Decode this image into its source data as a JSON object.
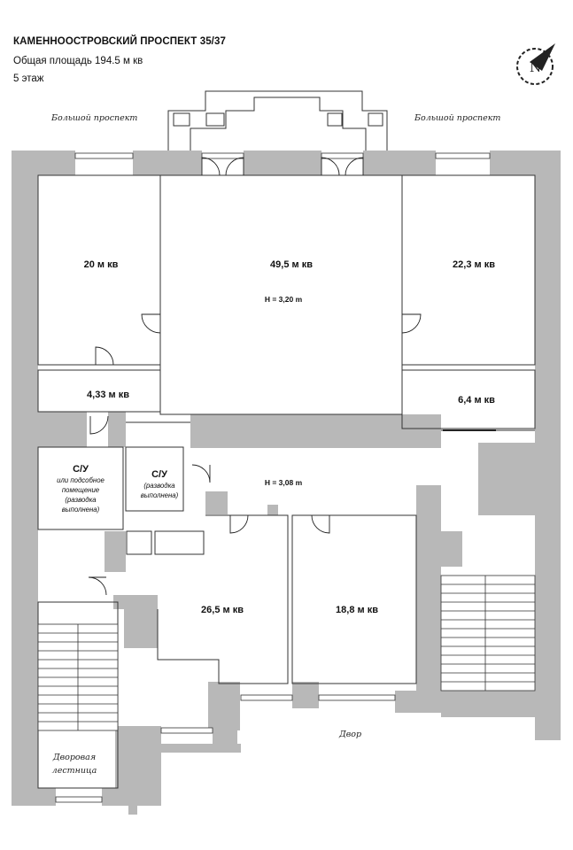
{
  "header": {
    "title": "КАМЕННООСТРОВСКИЙ ПРОСПЕКТ 35/37",
    "area": "Общая площадь 194.5 м кв",
    "floor": "5 этаж"
  },
  "compass": {
    "letter": "N"
  },
  "streets": {
    "left": "Большой проспект",
    "right": "Большой проспект",
    "yard": "Двор"
  },
  "rooms": {
    "r1": "20 м кв",
    "r2": "49,5 м кв",
    "r3": "22,3 м кв",
    "r4": "4,33 м кв",
    "r5": "6,4 м кв",
    "r6": "26,5 м кв",
    "r7": "18,8 м кв"
  },
  "heights": {
    "main": "H = 3,20 m",
    "corridor": "H = 3,08 m"
  },
  "bathrooms": {
    "b1": {
      "title": "С/У",
      "lines": [
        "или подсобное",
        "помещение",
        "(разводка",
        "выполнена)"
      ]
    },
    "b2": {
      "title": "С/У",
      "lines": [
        "(разводка",
        "выполнена)"
      ]
    }
  },
  "stairs": {
    "lines": [
      "Дворовая",
      "лестница"
    ]
  },
  "colors": {
    "wall": "#b8b8b8",
    "line": "#333333"
  }
}
